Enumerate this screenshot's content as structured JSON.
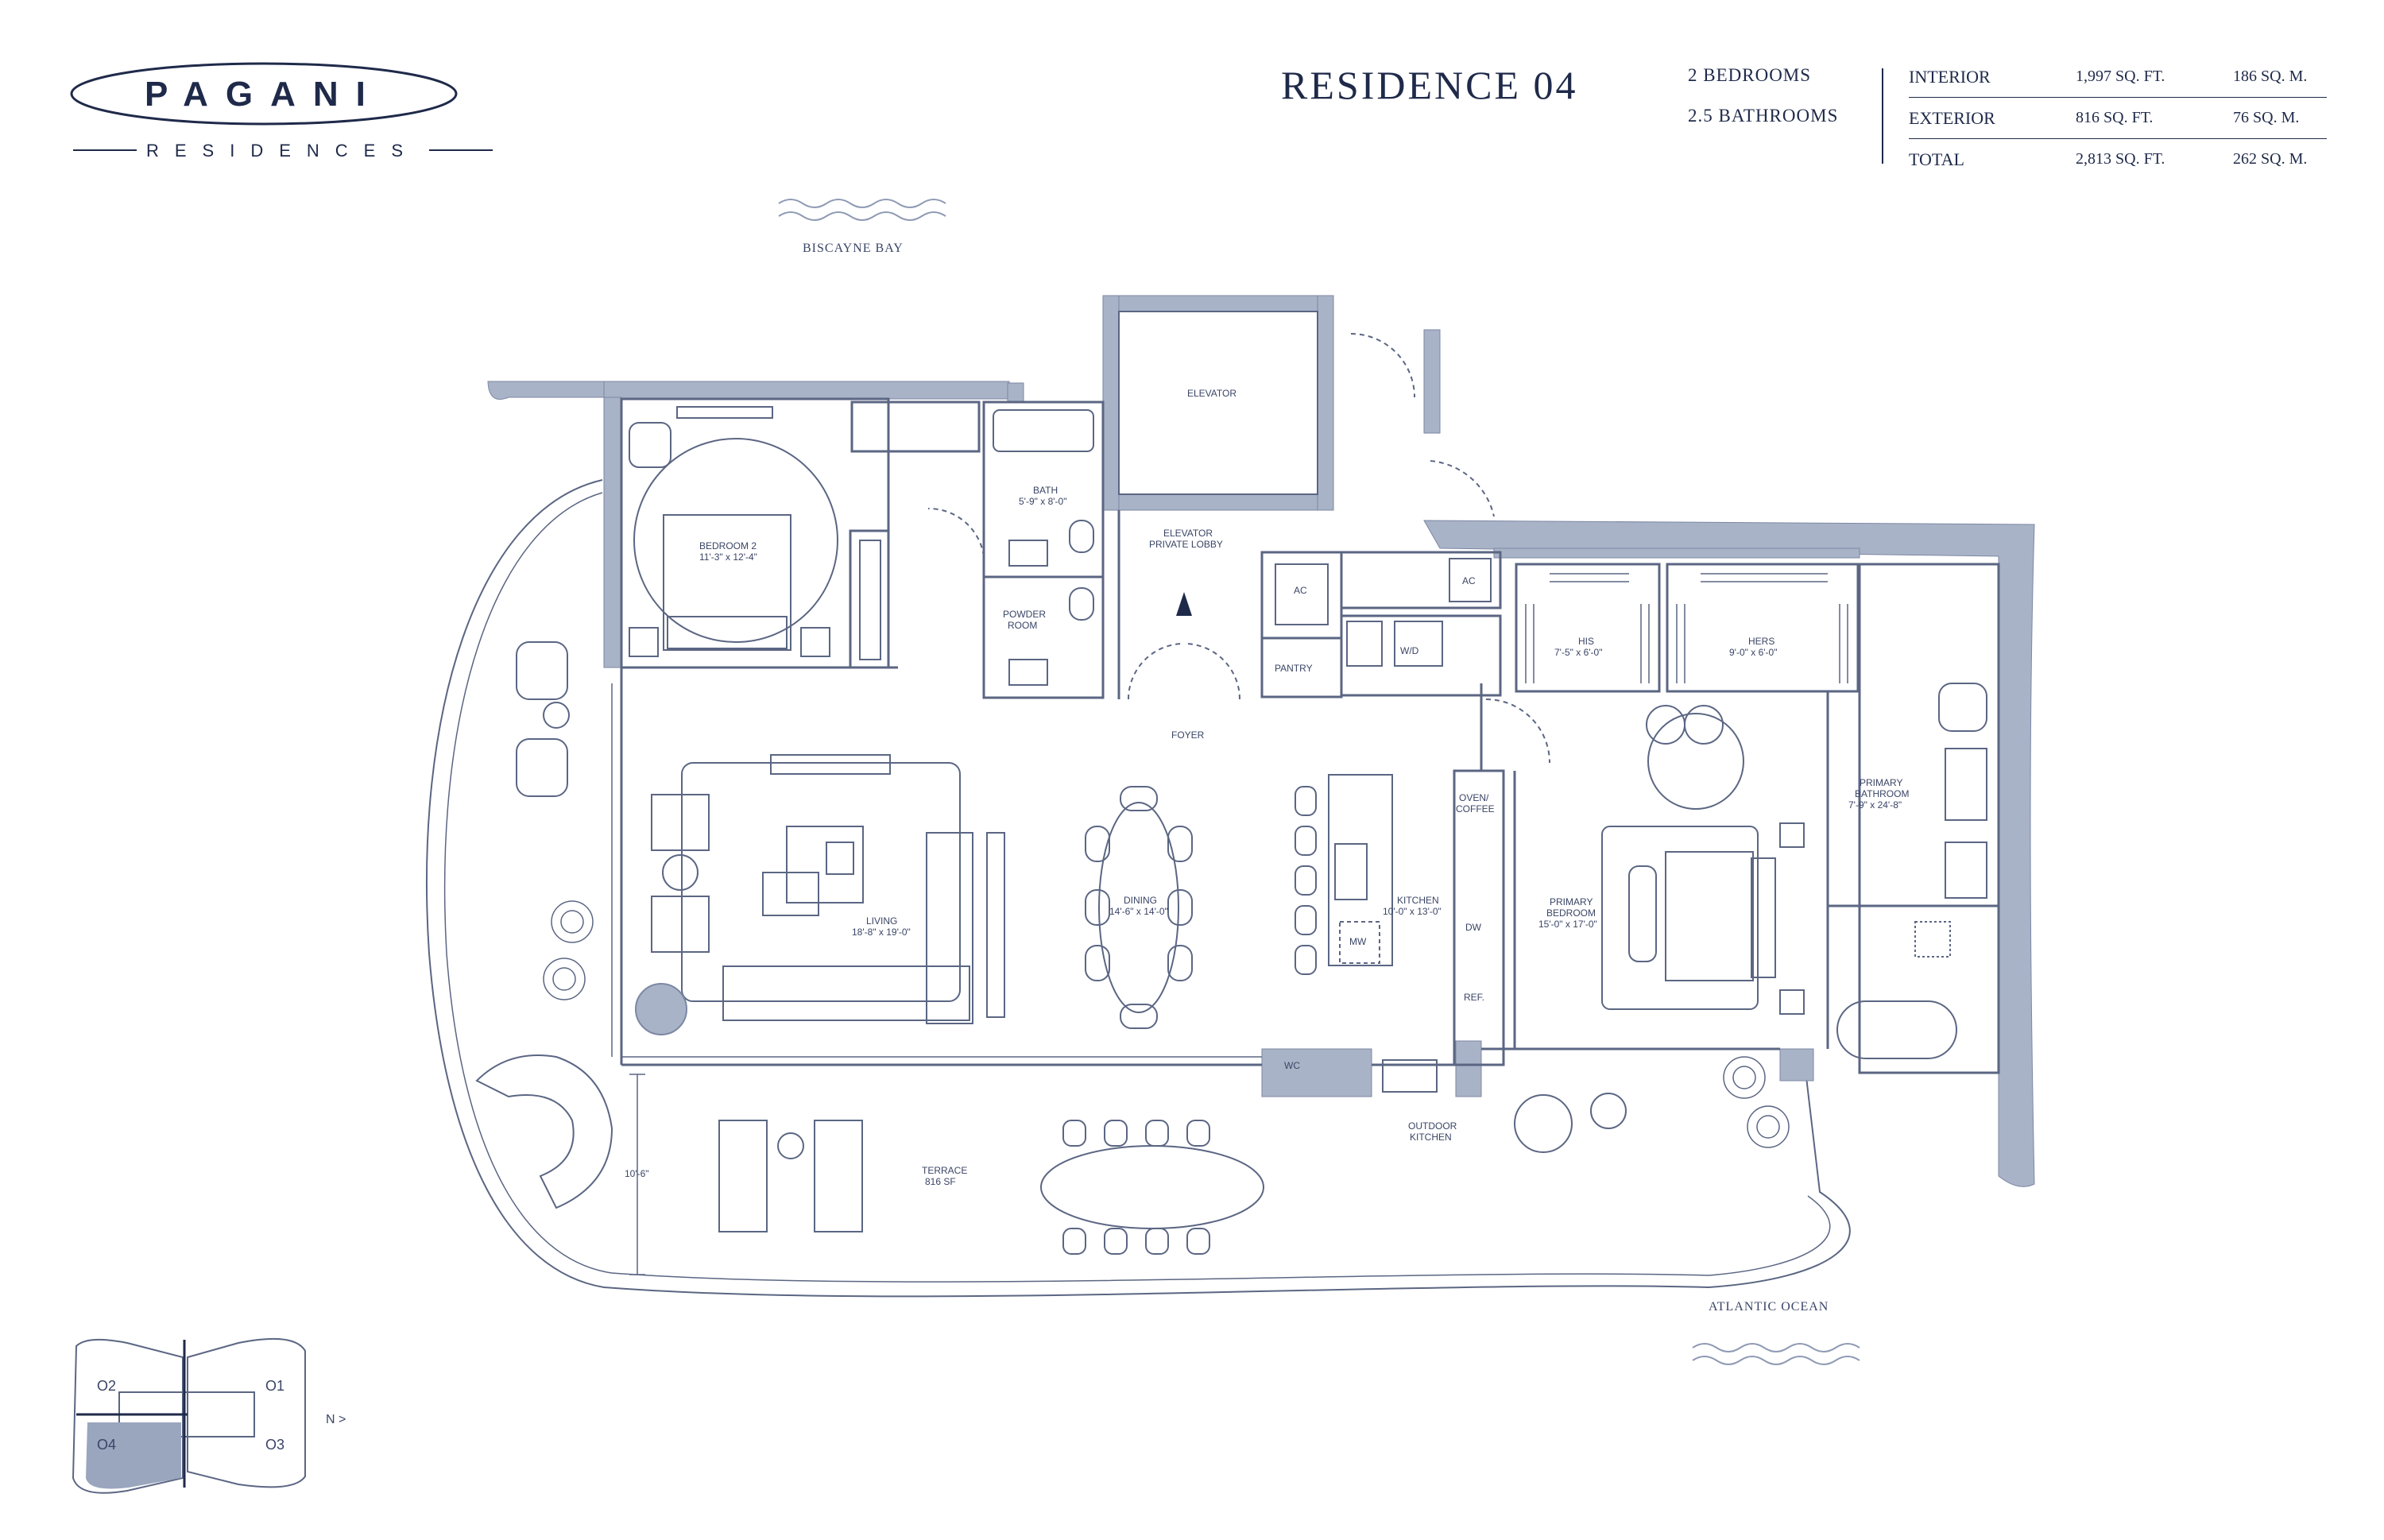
{
  "brand": {
    "name": "PAGANI",
    "sub": "RESIDENCES"
  },
  "header": {
    "title": "RESIDENCE 04",
    "bedrooms": "2 BEDROOMS",
    "bathrooms": "2.5 BATHROOMS",
    "areas": [
      {
        "label": "INTERIOR",
        "sqft": "1,997 SQ. FT.",
        "sqm": "186 SQ. M."
      },
      {
        "label": "EXTERIOR",
        "sqft": "816 SQ. FT.",
        "sqm": "76 SQ. M."
      },
      {
        "label": "TOTAL",
        "sqft": "2,813 SQ. FT.",
        "sqm": "262 SQ. M."
      }
    ]
  },
  "places": {
    "bay": "BISCAYNE BAY",
    "ocean": "ATLANTIC OCEAN"
  },
  "rooms": {
    "elevator": "ELEVATOR",
    "bath_name": "BATH",
    "bath_dim": "5'-9\" x 8'-0\"",
    "bedroom2_name": "BEDROOM 2",
    "bedroom2_dim": "11'-3\" x 12'-4\"",
    "elevator_lobby_1": "ELEVATOR",
    "elevator_lobby_2": "PRIVATE LOBBY",
    "powder_1": "POWDER",
    "powder_2": "ROOM",
    "ac1": "AC",
    "ac2": "AC",
    "pantry": "PANTRY",
    "wd": "W/D",
    "his_name": "HIS",
    "his_dim": "7'-5\" x 6'-0\"",
    "hers_name": "HERS",
    "hers_dim": "9'-0\" x 6'-0\"",
    "foyer": "FOYER",
    "living_name": "LIVING",
    "living_dim": "18'-8\" x 19'-0\"",
    "dining_name": "DINING",
    "dining_dim": "14'-6\" x 14'-0\"",
    "kitchen_name": "KITCHEN",
    "kitchen_dim": "10'-0\" x 13'-0\"",
    "oven_1": "OVEN/",
    "oven_2": "COFFEE",
    "dw": "DW",
    "mw": "MW",
    "ref": "REF.",
    "primary_bed_1": "PRIMARY",
    "primary_bed_2": "BEDROOM",
    "primary_bed_dim": "15'-0\" x 17'-0\"",
    "primary_bath_1": "PRIMARY",
    "primary_bath_2": "BATHROOM",
    "primary_bath_dim": "7'-9\" x 24'-8\"",
    "wc": "WC",
    "outdoor_1": "OUTDOOR",
    "outdoor_2": "KITCHEN",
    "terrace_name": "TERRACE",
    "terrace_area": "816 SF",
    "terrace_depth": "10'-6\""
  },
  "keyplan": {
    "units": [
      "O2",
      "O1",
      "O4",
      "O3"
    ],
    "north": "N >"
  },
  "colors": {
    "navy": "#1f2a4a",
    "wall": "#a9b3c7",
    "unit_fill": "#9aa5be",
    "line": "#5b6683"
  }
}
